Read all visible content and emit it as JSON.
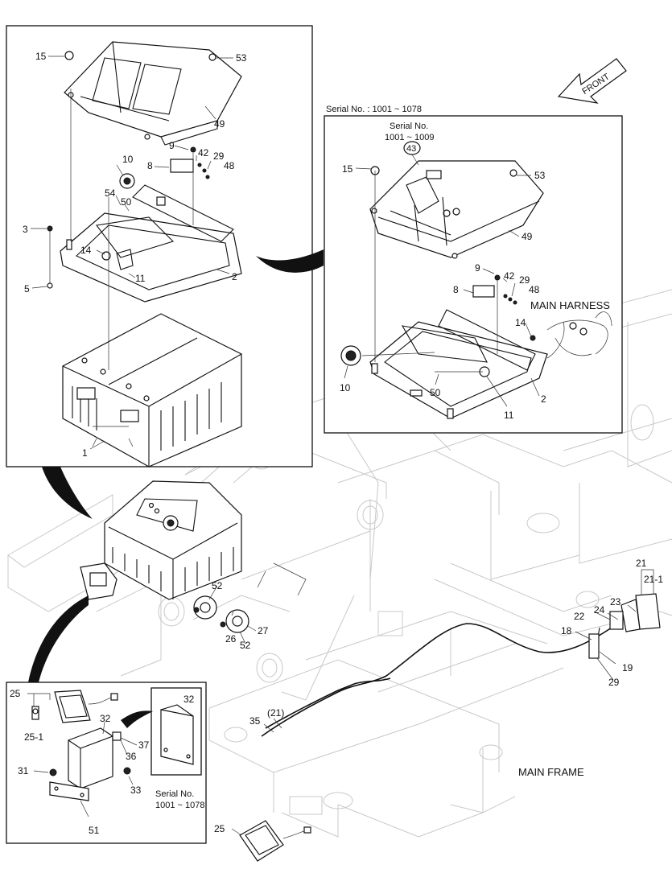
{
  "front_label": "FRONT",
  "inset_serial_header": "Serial No. : 1001 ~ 1078",
  "inset_serial_sub_line1": "Serial No.",
  "inset_serial_sub_line2": "1001 ~ 1009",
  "main_harness_label": "MAIN HARNESS",
  "main_frame_label": "MAIN FRAME",
  "small_inset_serial_line1": "Serial No.",
  "small_inset_serial_line2": "1001 ~ 1078",
  "callouts_top_left": {
    "c15": "15",
    "c53": "53",
    "c49": "49",
    "c9": "9",
    "c42": "42",
    "c29": "29",
    "c48": "48",
    "c10": "10",
    "c8": "8",
    "c54": "54",
    "c50": "50",
    "c3": "3",
    "c14": "14",
    "c5": "5",
    "c11": "11",
    "c2": "2",
    "c1": "1"
  },
  "callouts_right_inset": {
    "c43": "43",
    "c15": "15",
    "c53": "53",
    "c49": "49",
    "c9": "9",
    "c42": "42",
    "c29": "29",
    "c8": "8",
    "c48": "48",
    "c14": "14",
    "c10": "10",
    "c50": "50",
    "c11": "11",
    "c2": "2"
  },
  "callouts_main": {
    "c52a": "52",
    "c26": "26",
    "c52b": "52",
    "c27": "27",
    "c21": "21",
    "c21_1": "21-1",
    "c22": "22",
    "c24": "24",
    "c23": "23",
    "c18": "18",
    "c19": "19",
    "c29": "29",
    "c35": "35",
    "c21p": "(21)",
    "c25": "25"
  },
  "callouts_bottom_left": {
    "c25": "25",
    "c25_1": "25-1",
    "c32": "32",
    "c37": "37",
    "c36": "36",
    "c31": "31",
    "c33": "33",
    "c51": "51",
    "c32b": "32"
  }
}
